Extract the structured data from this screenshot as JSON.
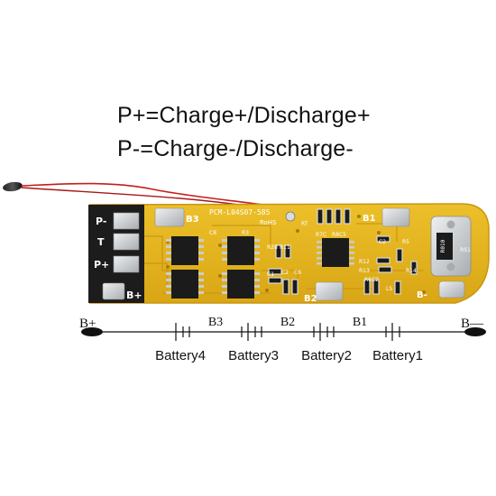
{
  "legend": {
    "p_plus": "P+=Charge+/Discharge+",
    "p_minus": "P-=Charge-/Discharge-"
  },
  "board": {
    "pads": [
      "P-",
      "T",
      "P+"
    ],
    "b_plus_pad": "B+",
    "b_minus_pad": "B-",
    "silkscreen": {
      "b3": "B3",
      "b2": "B2",
      "b1": "B1",
      "part_number": "PCM-L04S07-585",
      "rohs": "RoHS",
      "rt": "RT",
      "c8": "C8",
      "r3": "R3",
      "r7c": "R7C",
      "r8c5": "R8C5",
      "r28": "R28",
      "r11": "R11",
      "c1": "C1",
      "c2": "C2",
      "c6": "C6",
      "c2b": "C2",
      "r5": "R5",
      "r12": "R12",
      "r13": "R13",
      "r14": "R14",
      "r6c2": "R6C2",
      "ls": "LS",
      "shunt_marking": "R010",
      "rs1": "RS1"
    }
  },
  "rail": {
    "b_plus": "B+",
    "b_minus": "B—",
    "nodes": [
      "B3",
      "B2",
      "B1"
    ],
    "batteries": [
      "Battery4",
      "Battery3",
      "Battery2",
      "Battery1"
    ]
  },
  "colors": {
    "pcb": "#e6b41c",
    "pcb_edge": "#c9950f",
    "pad_black": "#1c1c1c",
    "silver": "#cfd3d6",
    "wire": "#c41d1d"
  }
}
